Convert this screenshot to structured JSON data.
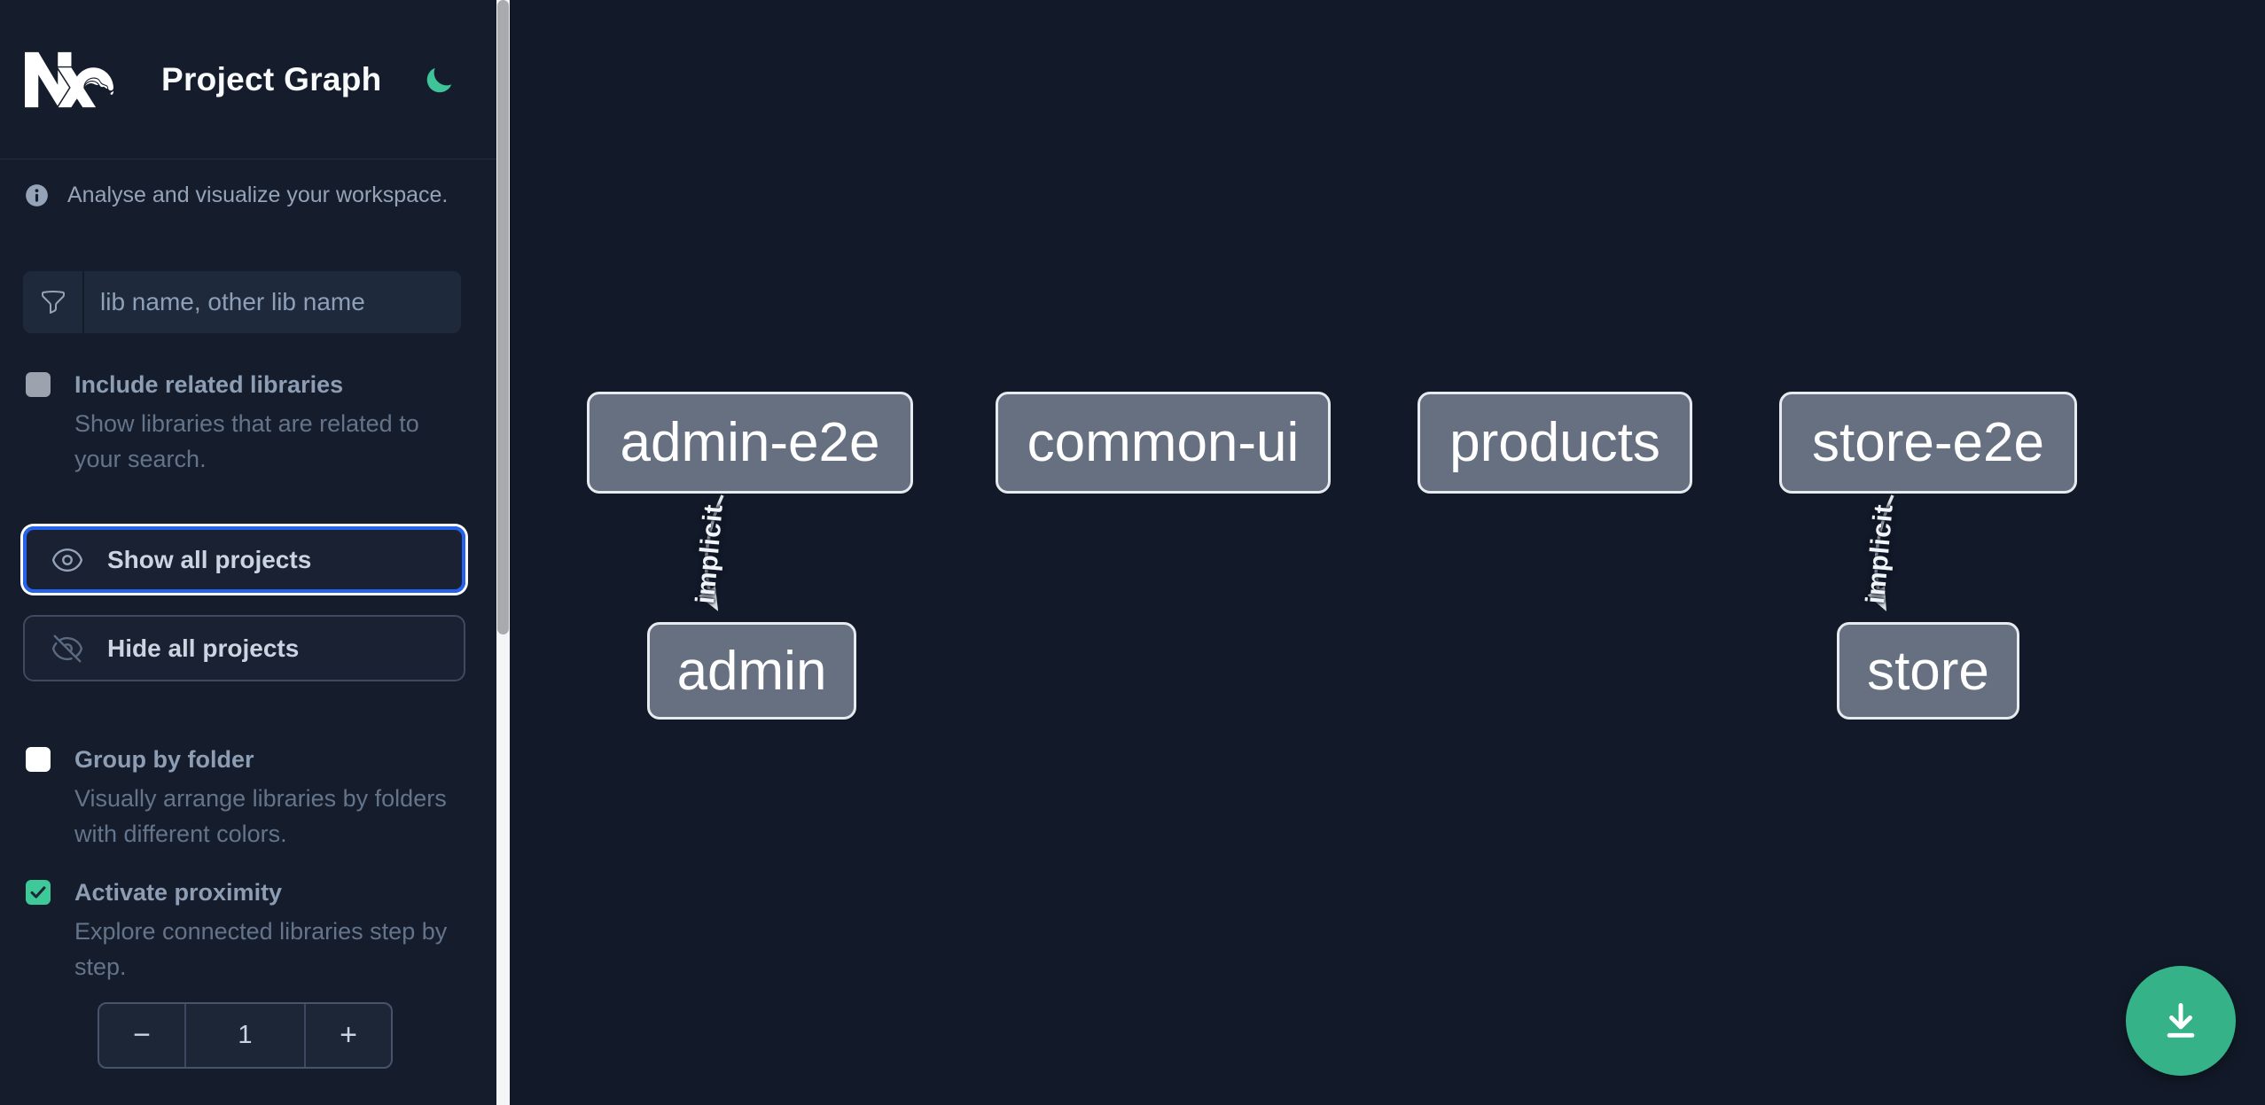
{
  "header": {
    "title": "Project Graph"
  },
  "intro": {
    "text": "Analyse and visualize your workspace."
  },
  "search": {
    "placeholder": "lib name, other lib name",
    "value": ""
  },
  "controls": {
    "include_related": {
      "label": "Include related libraries",
      "description": "Show libraries that are related to your search.",
      "checked": false,
      "disabled": true
    },
    "show_all_label": "Show all projects",
    "hide_all_label": "Hide all projects",
    "group_by_folder": {
      "label": "Group by folder",
      "description": "Visually arrange libraries by folders with different colors.",
      "checked": false
    },
    "activate_proximity": {
      "label": "Activate proximity",
      "description": "Explore connected libraries step by step.",
      "checked": true
    },
    "proximity_stepper": {
      "decrement_label": "−",
      "value": "1",
      "increment_label": "+"
    }
  },
  "graph": {
    "nodes": [
      {
        "label": "admin-e2e"
      },
      {
        "label": "common-ui"
      },
      {
        "label": "products"
      },
      {
        "label": "store-e2e"
      },
      {
        "label": "admin"
      },
      {
        "label": "store"
      }
    ],
    "edges": [
      {
        "source": "admin-e2e",
        "target": "admin",
        "label": "implicit"
      },
      {
        "source": "store-e2e",
        "target": "store",
        "label": "implicit"
      }
    ]
  },
  "colors": {
    "sidebar_bg": "#151c2b",
    "canvas_bg": "#121928",
    "accent_blue": "#2563eb",
    "accent_teal": "#3ec998",
    "fab_green": "#35b287",
    "moon_green": "#3fc49a",
    "node_fill": "#667080",
    "node_border": "#e7eaee",
    "text_primary": "#f8fafc",
    "text_muted": "#94a3b8",
    "text_faint": "#64748b"
  }
}
